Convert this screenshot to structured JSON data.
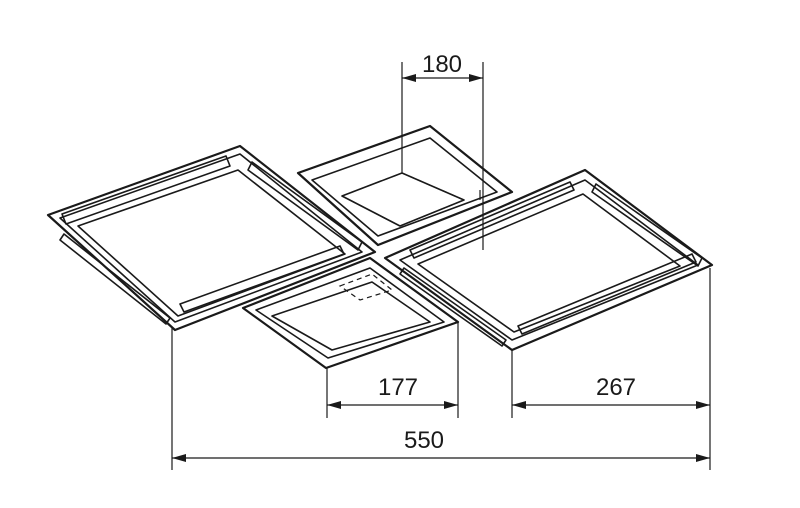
{
  "dimensions": {
    "top_panel_width": "180",
    "small_panel_width": "177",
    "large_panel_width": "267",
    "overall_width": "550"
  },
  "colors": {
    "line": "#1a1a1a",
    "background": "#ffffff"
  }
}
